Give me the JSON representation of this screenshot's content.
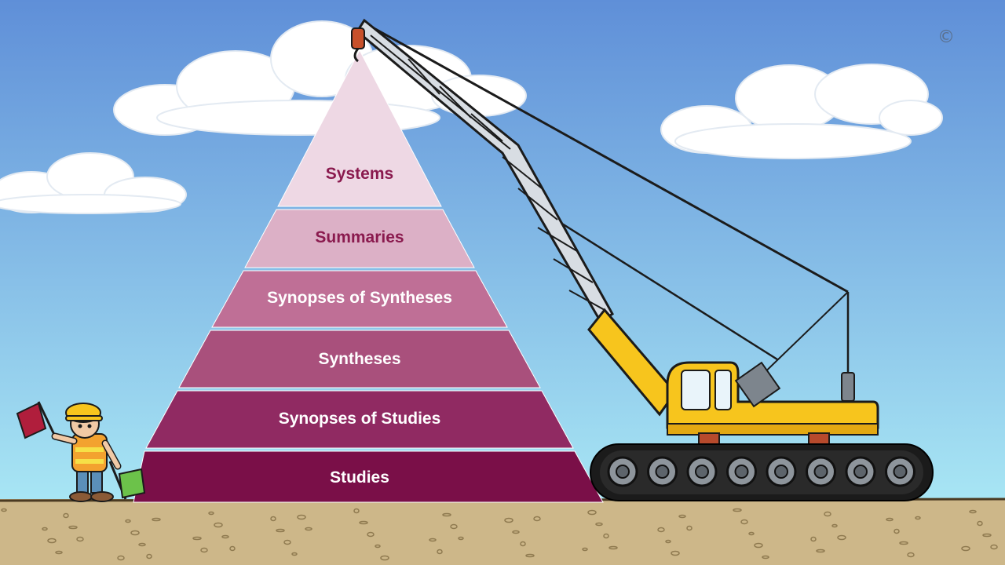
{
  "pyramid": {
    "levels": [
      {
        "label": "Systems",
        "fill": "#eed8e4",
        "text_color": "#8a1a4e"
      },
      {
        "label": "Summaries",
        "fill": "#dcb0c6",
        "text_color": "#8a1a4e"
      },
      {
        "label": "Synopses of Syntheses",
        "fill": "#bf6f96",
        "text_color": "#ffffff"
      },
      {
        "label": "Syntheses",
        "fill": "#a9507c",
        "text_color": "#ffffff"
      },
      {
        "label": "Synopses of Studies",
        "fill": "#902a62",
        "text_color": "#ffffff"
      },
      {
        "label": "Studies",
        "fill": "#7a0f48",
        "text_color": "#ffffff"
      }
    ]
  },
  "copyright": {
    "symbol": "©"
  },
  "colors": {
    "sky_top": "#5f8fd8",
    "sky_bottom": "#a8e6f4",
    "ground": "#cdb789",
    "crane_yellow": "#f7c51d",
    "crane_boom": "#d8dde3",
    "track_dark": "#1b1b1b",
    "flag_red": "#b01e3c",
    "flag_green": "#6cc24a"
  },
  "icons": [
    "crane-icon",
    "construction-worker-icon",
    "cloud-icon",
    "copyright-icon"
  ]
}
